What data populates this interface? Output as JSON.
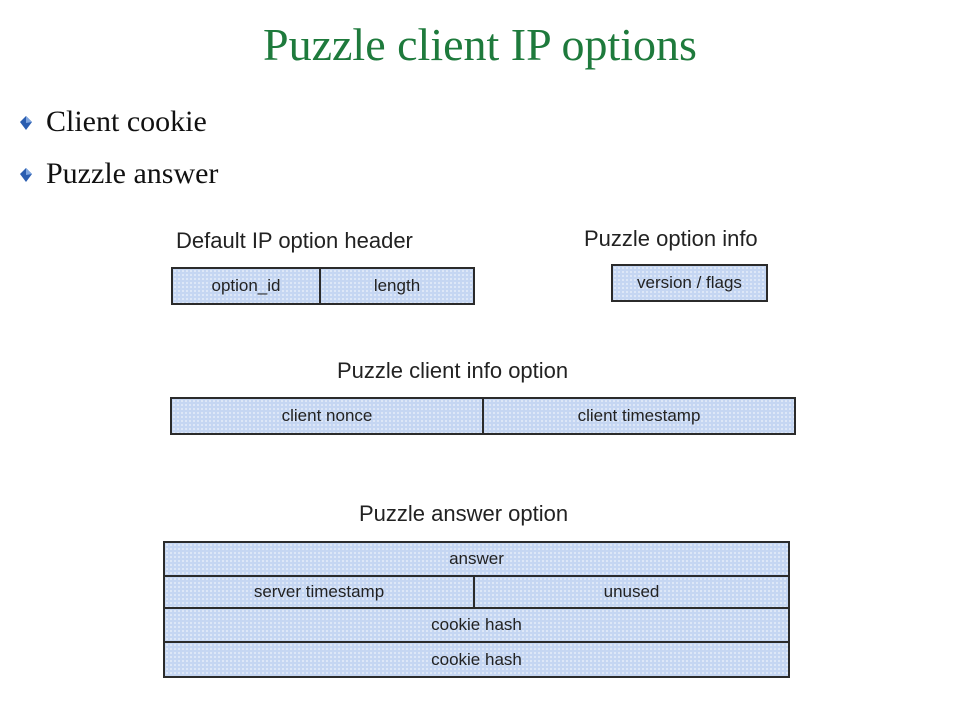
{
  "slide": {
    "title": "Puzzle client IP options",
    "bullets": [
      {
        "label": "Client cookie",
        "icon": "diamond-bullet-icon"
      },
      {
        "label": "Puzzle answer",
        "icon": "diamond-bullet-icon"
      }
    ]
  },
  "colors": {
    "title": "#1e7a3c",
    "field_fill": "#c5d6f2",
    "field_border": "#2b2b2b",
    "bullet": "#2a5db0"
  },
  "default_header": {
    "title": "Default IP option header",
    "fields": [
      "option_id",
      "length"
    ]
  },
  "puzzle_info": {
    "title": "Puzzle option info",
    "fields": [
      "version / flags"
    ]
  },
  "client_info": {
    "title": "Puzzle client info option",
    "fields": [
      "client nonce",
      "client timestamp"
    ]
  },
  "answer_option": {
    "title": "Puzzle answer option",
    "rows": [
      [
        "answer"
      ],
      [
        "server timestamp",
        "unused"
      ],
      [
        "cookie hash"
      ],
      [
        "cookie hash"
      ]
    ]
  }
}
